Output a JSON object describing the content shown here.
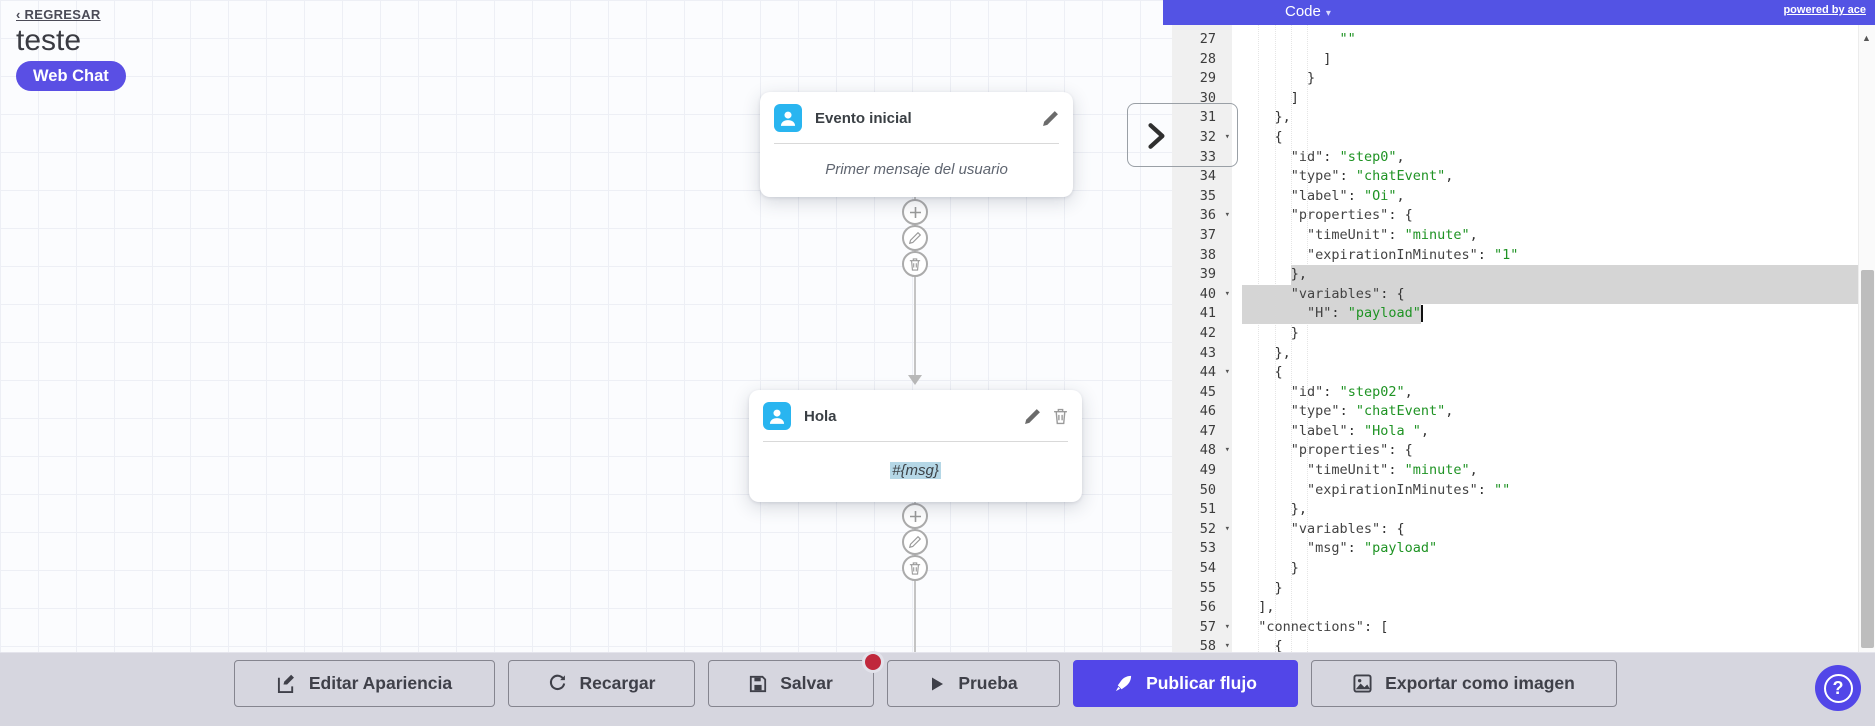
{
  "page": {
    "back_link": "‹ REGRESAR",
    "title": "teste",
    "channel_badge": "Web Chat"
  },
  "nodes": [
    {
      "title": "Evento inicial",
      "body": "Primer mensaje del usuario"
    },
    {
      "title": "Hola",
      "body": "#{msg}"
    }
  ],
  "code_panel": {
    "dropdown_label": "Code",
    "dropdown_caret": "▾",
    "powered_by": "powered by ace",
    "colors": {
      "key": "#434343",
      "punct": "#333333",
      "string": "#1f9324",
      "selection": "#d5d5d5"
    },
    "lines": [
      {
        "n": 27,
        "indent": 12,
        "tokens": [
          [
            "s",
            "\"\""
          ]
        ]
      },
      {
        "n": 28,
        "indent": 10,
        "tokens": [
          [
            "p",
            "]"
          ]
        ]
      },
      {
        "n": 29,
        "indent": 8,
        "tokens": [
          [
            "p",
            "}"
          ]
        ]
      },
      {
        "n": 30,
        "indent": 6,
        "tokens": [
          [
            "p",
            "]"
          ]
        ]
      },
      {
        "n": 31,
        "indent": 4,
        "tokens": [
          [
            "p",
            "},"
          ]
        ]
      },
      {
        "n": 32,
        "indent": 4,
        "fold": true,
        "tokens": [
          [
            "p",
            "{"
          ]
        ]
      },
      {
        "n": 33,
        "indent": 6,
        "tokens": [
          [
            "k",
            "\"id\""
          ],
          [
            "p",
            ": "
          ],
          [
            "s",
            "\"step0\""
          ],
          [
            "p",
            ","
          ]
        ]
      },
      {
        "n": 34,
        "indent": 6,
        "tokens": [
          [
            "k",
            "\"type\""
          ],
          [
            "p",
            ": "
          ],
          [
            "s",
            "\"chatEvent\""
          ],
          [
            "p",
            ","
          ]
        ]
      },
      {
        "n": 35,
        "indent": 6,
        "tokens": [
          [
            "k",
            "\"label\""
          ],
          [
            "p",
            ": "
          ],
          [
            "s",
            "\"Oi\""
          ],
          [
            "p",
            ","
          ]
        ]
      },
      {
        "n": 36,
        "indent": 6,
        "fold": true,
        "tokens": [
          [
            "k",
            "\"properties\""
          ],
          [
            "p",
            ": {"
          ]
        ]
      },
      {
        "n": 37,
        "indent": 8,
        "tokens": [
          [
            "k",
            "\"timeUnit\""
          ],
          [
            "p",
            ": "
          ],
          [
            "s",
            "\"minute\""
          ],
          [
            "p",
            ","
          ]
        ]
      },
      {
        "n": 38,
        "indent": 8,
        "tokens": [
          [
            "k",
            "\"expirationInMinutes\""
          ],
          [
            "p",
            ": "
          ],
          [
            "s",
            "\"1\""
          ]
        ]
      },
      {
        "n": 39,
        "indent": 6,
        "tokens": [
          [
            "p",
            "},"
          ]
        ],
        "sel": {
          "start": 6,
          "to_end": true
        }
      },
      {
        "n": 40,
        "indent": 6,
        "fold": true,
        "tokens": [
          [
            "k",
            "\"variables\""
          ],
          [
            "p",
            ": {"
          ]
        ],
        "sel": {
          "start": 0,
          "to_end": true
        }
      },
      {
        "n": 41,
        "indent": 8,
        "tokens": [
          [
            "k",
            "\"H\""
          ],
          [
            "p",
            ": "
          ],
          [
            "s",
            "\"payload\""
          ]
        ],
        "sel": {
          "start": 0,
          "end": 22
        },
        "cursor": 22
      },
      {
        "n": 42,
        "indent": 6,
        "tokens": [
          [
            "p",
            "}"
          ]
        ]
      },
      {
        "n": 43,
        "indent": 4,
        "tokens": [
          [
            "p",
            "},"
          ]
        ]
      },
      {
        "n": 44,
        "indent": 4,
        "fold": true,
        "tokens": [
          [
            "p",
            "{"
          ]
        ]
      },
      {
        "n": 45,
        "indent": 6,
        "tokens": [
          [
            "k",
            "\"id\""
          ],
          [
            "p",
            ": "
          ],
          [
            "s",
            "\"step02\""
          ],
          [
            "p",
            ","
          ]
        ]
      },
      {
        "n": 46,
        "indent": 6,
        "tokens": [
          [
            "k",
            "\"type\""
          ],
          [
            "p",
            ": "
          ],
          [
            "s",
            "\"chatEvent\""
          ],
          [
            "p",
            ","
          ]
        ]
      },
      {
        "n": 47,
        "indent": 6,
        "tokens": [
          [
            "k",
            "\"label\""
          ],
          [
            "p",
            ": "
          ],
          [
            "s",
            "\"Hola \""
          ],
          [
            "p",
            ","
          ]
        ]
      },
      {
        "n": 48,
        "indent": 6,
        "fold": true,
        "tokens": [
          [
            "k",
            "\"properties\""
          ],
          [
            "p",
            ": {"
          ]
        ]
      },
      {
        "n": 49,
        "indent": 8,
        "tokens": [
          [
            "k",
            "\"timeUnit\""
          ],
          [
            "p",
            ": "
          ],
          [
            "s",
            "\"minute\""
          ],
          [
            "p",
            ","
          ]
        ]
      },
      {
        "n": 50,
        "indent": 8,
        "tokens": [
          [
            "k",
            "\"expirationInMinutes\""
          ],
          [
            "p",
            ": "
          ],
          [
            "s",
            "\"\""
          ]
        ]
      },
      {
        "n": 51,
        "indent": 6,
        "tokens": [
          [
            "p",
            "},"
          ]
        ]
      },
      {
        "n": 52,
        "indent": 6,
        "fold": true,
        "tokens": [
          [
            "k",
            "\"variables\""
          ],
          [
            "p",
            ": {"
          ]
        ]
      },
      {
        "n": 53,
        "indent": 8,
        "tokens": [
          [
            "k",
            "\"msg\""
          ],
          [
            "p",
            ": "
          ],
          [
            "s",
            "\"payload\""
          ]
        ]
      },
      {
        "n": 54,
        "indent": 6,
        "tokens": [
          [
            "p",
            "}"
          ]
        ]
      },
      {
        "n": 55,
        "indent": 4,
        "tokens": [
          [
            "p",
            "}"
          ]
        ]
      },
      {
        "n": 56,
        "indent": 2,
        "tokens": [
          [
            "p",
            "],"
          ]
        ]
      },
      {
        "n": 57,
        "indent": 2,
        "fold": true,
        "tokens": [
          [
            "k",
            "\"connections\""
          ],
          [
            "p",
            ": ["
          ]
        ]
      },
      {
        "n": 58,
        "indent": 4,
        "fold": true,
        "tokens": [
          [
            "p",
            "{"
          ]
        ]
      }
    ]
  },
  "toolbar": {
    "buttons": [
      {
        "label": "Editar Apariencia"
      },
      {
        "label": "Recargar"
      },
      {
        "label": "Salvar"
      },
      {
        "label": "Prueba"
      },
      {
        "label": "Publicar flujo"
      },
      {
        "label": "Exportar como imagen"
      }
    ]
  },
  "help": {
    "label": "?"
  },
  "colors": {
    "accent_indigo": "#5246e8",
    "node_icon_cyan": "#29b5f0",
    "save_badge_red": "#c0283c"
  }
}
